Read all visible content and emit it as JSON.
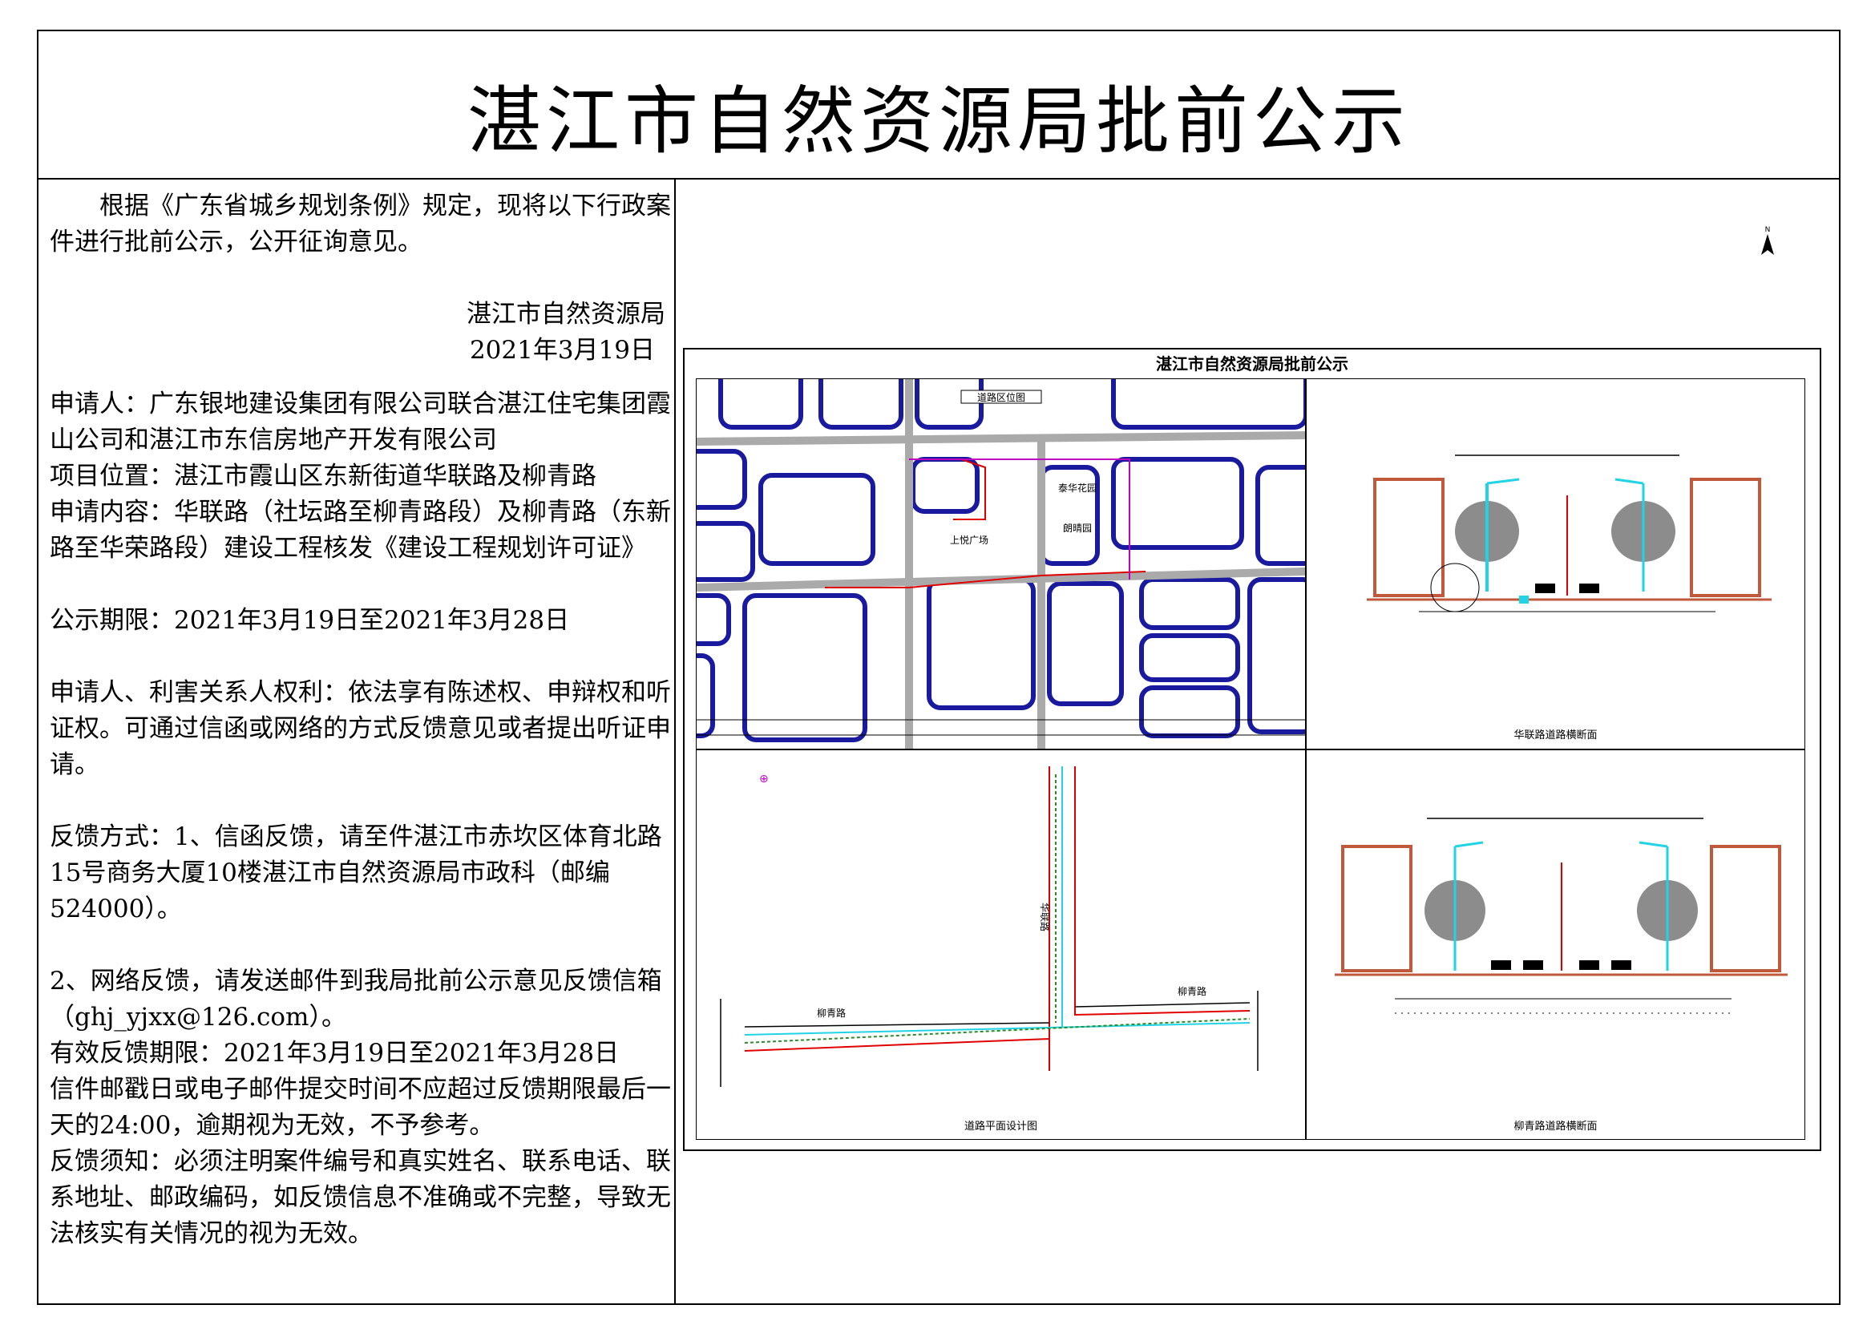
{
  "title": "湛江市自然资源局批前公示",
  "body": {
    "intro": "根据《广东省城乡规划条例》规定，现将以下行政案件进行批前公示，公开征询意见。",
    "issuer": "湛江市自然资源局",
    "date": "2021年3月19日",
    "applicant": "申请人：广东银地建设集团有限公司联合湛江住宅集团霞山公司和湛江市东信房地产开发有限公司",
    "location": "项目位置：湛江市霞山区东新街道华联路及柳青路",
    "content": "申请内容：华联路（社坛路至柳青路段）及柳青路（东新路至华荣路段）建设工程核发《建设工程规划许可证》",
    "period": "公示期限：2021年3月19日至2021年3月28日",
    "rights": "申请人、利害关系人权利：依法享有陈述权、申辩权和听证权。可通过信函或网络的方式反馈意见或者提出听证申请。",
    "feedback1": "反馈方式：1、信函反馈，请至件湛江市赤坎区体育北路15号商务大厦10楼湛江市自然资源局市政科（邮编524000）。",
    "feedback2": "2、网络反馈，请发送邮件到我局批前公示意见反馈信箱（ghj_yjxx@126.com）。",
    "valid": "有效反馈期限：2021年3月19日至2021年3月28日",
    "postmark": "信件邮戳日或电子邮件提交时间不应超过反馈期限最后一天的24:00，逾期视为无效，不予参考。",
    "notice": "反馈须知：必须注明案件编号和真实姓名、联系电话、联系地址、邮政编码，如反馈信息不准确或不完整，导致无法核实有关情况的视为无效。"
  },
  "plan": {
    "title": "湛江市自然资源局批前公示",
    "location_map": {
      "caption": "道路区位图",
      "labels": [
        "上悦广场",
        "泰华花园",
        "朗晴园"
      ]
    },
    "cross_section_1": "华联路道路横断面",
    "road_plan": {
      "caption": "道路平面设计图",
      "labels": [
        "柳青路",
        "柳青路",
        "华联路"
      ]
    },
    "cross_section_2": "柳青路道路横断面"
  },
  "colors": {
    "road_blue": "#1a1a9e",
    "route_red": "#e00000",
    "magenta": "#c000c0",
    "cyan": "#22d3e6",
    "tree_gray": "#8c8c8c",
    "building_brown": "#c0593b"
  }
}
